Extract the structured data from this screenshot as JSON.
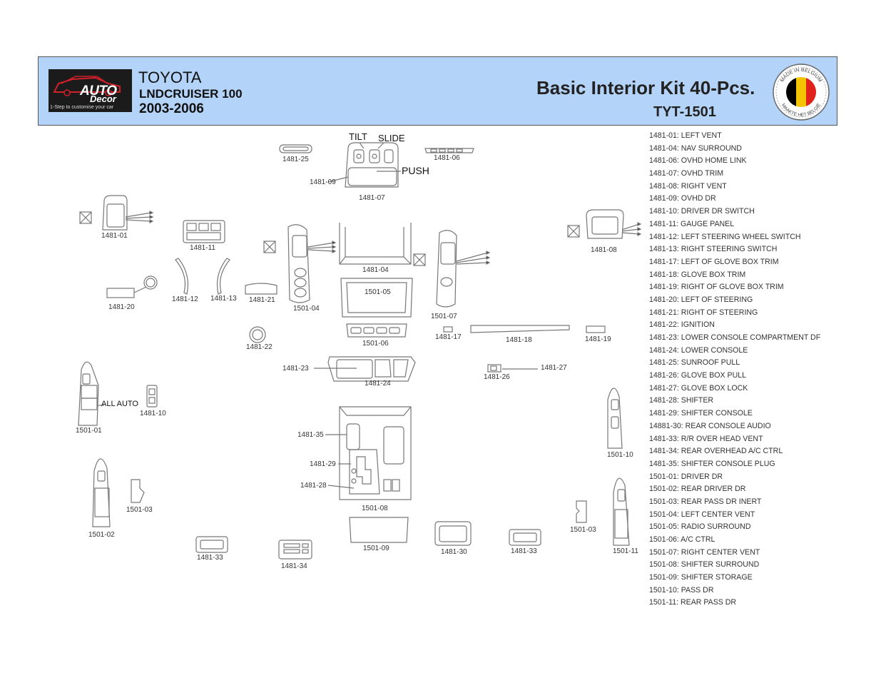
{
  "header": {
    "make": "TOYOTA",
    "model": "LNDCRUISER 100",
    "years": "2003-2006",
    "kit_title": "Basic Interior Kit 40-Pcs.",
    "kit_code": "TYT-1501",
    "logo_brand_top": "AUTO",
    "logo_brand_bottom": "Decor",
    "logo_tagline": "1-Step to customise your car",
    "badge_top": "MADE IN BELGIUM",
    "badge_bottom": "MAAKTE HET BELGIË",
    "badge_colors": [
      "#000000",
      "#f5c400",
      "#e0221b"
    ]
  },
  "colors": {
    "header_bg": "#b4d3f8",
    "line": "#777777"
  },
  "labels": {
    "tilt": "TILT",
    "slide": "SLIDE",
    "push": "PUSH",
    "all_auto": "ALL AUTO",
    "p1481_25": "1481-25",
    "p1481_06": "1481-06",
    "p1481_09": "1481-09",
    "p1481_07": "1481-07",
    "p1481_01": "1481-01",
    "p1481_11": "1481-11",
    "p1481_04": "1481-04",
    "p1481_08": "1481-08",
    "p1481_20": "1481-20",
    "p1481_12": "1481-12",
    "p1481_13": "1481-13",
    "p1481_21": "1481-21",
    "p1501_04": "1501-04",
    "p1501_05": "1501-05",
    "p1501_07": "1501-07",
    "p1481_17": "1481-17",
    "p1481_18": "1481-18",
    "p1481_19": "1481-19",
    "p1481_22": "1481-22",
    "p1501_06": "1501-06",
    "p1481_23": "1481-23",
    "p1481_24": "1481-24",
    "p1481_26": "1481-26",
    "p1481_27": "1481-27",
    "p1481_10": "1481-10",
    "p1501_01": "1501-01",
    "p1481_35": "1481-35",
    "p1481_29": "1481-29",
    "p1481_28": "1481-28",
    "p1501_08": "1501-08",
    "p1501_10": "1501-10",
    "p1501_02": "1501-02",
    "p1501_03a": "1501-03",
    "p1501_03b": "1501-03",
    "p1501_11": "1501-11",
    "p1481_33a": "1481-33",
    "p1481_34": "1481-34",
    "p1501_09": "1501-09",
    "p1481_30": "1481-30",
    "p1481_33b": "1481-33"
  },
  "legend": [
    "1481-01: LEFT VENT",
    "1481-04: NAV SURROUND",
    "1481-06: OVHD HOME LINK",
    "1481-07: OVHD TRIM",
    "1481-08: RIGHT VENT",
    "1481-09: OVHD DR",
    "1481-10: DRIVER DR SWITCH",
    "1481-11: GAUGE PANEL",
    "1481-12: LEFT STEERING WHEEL SWITCH",
    "1481-13: RIGHT STEERING SWITCH",
    "1481-17: LEFT OF GLOVE BOX TRIM",
    "1481-18: GLOVE BOX TRIM",
    "1481-19: RIGHT OF GLOVE BOX TRIM",
    "1481-20: LEFT OF STEERING",
    "1481-21: RIGHT OF STEERING",
    "1481-22: IGNITION",
    "1481-23: LOWER CONSOLE COMPARTMENT DF",
    "1481-24: LOWER CONSOLE",
    "1481-25: SUNROOF PULL",
    "1481-26: GLOVE BOX PULL",
    "1481-27: GLOVE BOX LOCK",
    "1481-28: SHIFTER",
    "1481-29: SHIFTER CONSOLE",
    "14881-30: REAR CONSOLE AUDIO",
    "1481-33: R/R OVER HEAD VENT",
    "1481-34: REAR OVERHEAD A/C CTRL",
    "1481-35: SHIFTER CONSOLE PLUG",
    "1501-01: DRIVER DR",
    "1501-02: REAR DRIVER DR",
    "1501-03: REAR PASS DR INERT",
    "1501-04: LEFT CENTER VENT",
    "1501-05: RADIO SURROUND",
    "1501-06: A/C CTRL",
    "1501-07: RIGHT CENTER VENT",
    "1501-08: SHIFTER SURROUND",
    "1501-09: SHIFTER STORAGE",
    "1501-10: PASS DR",
    "1501-11: REAR PASS DR"
  ]
}
